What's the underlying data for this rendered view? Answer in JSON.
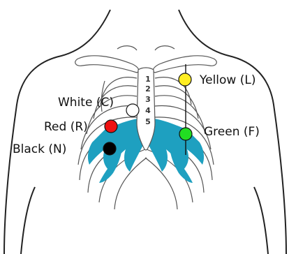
{
  "electrodes": [
    {
      "id": "yellow",
      "label": "Yellow (L)",
      "color": "#ffee22"
    },
    {
      "id": "white",
      "label": "White (C)",
      "color": "#ffffff"
    },
    {
      "id": "red",
      "label": "Red (R)",
      "color": "#ee1111"
    },
    {
      "id": "green",
      "label": "Green (F)",
      "color": "#22dd22"
    },
    {
      "id": "black",
      "label": "Black (N)",
      "color": "#000000"
    }
  ],
  "rib_numbers": [
    "1",
    "2",
    "3",
    "4",
    "5"
  ],
  "colors": {
    "cartilage": "#1ea0c0",
    "outline": "#222222",
    "bone_stroke": "#555555"
  }
}
